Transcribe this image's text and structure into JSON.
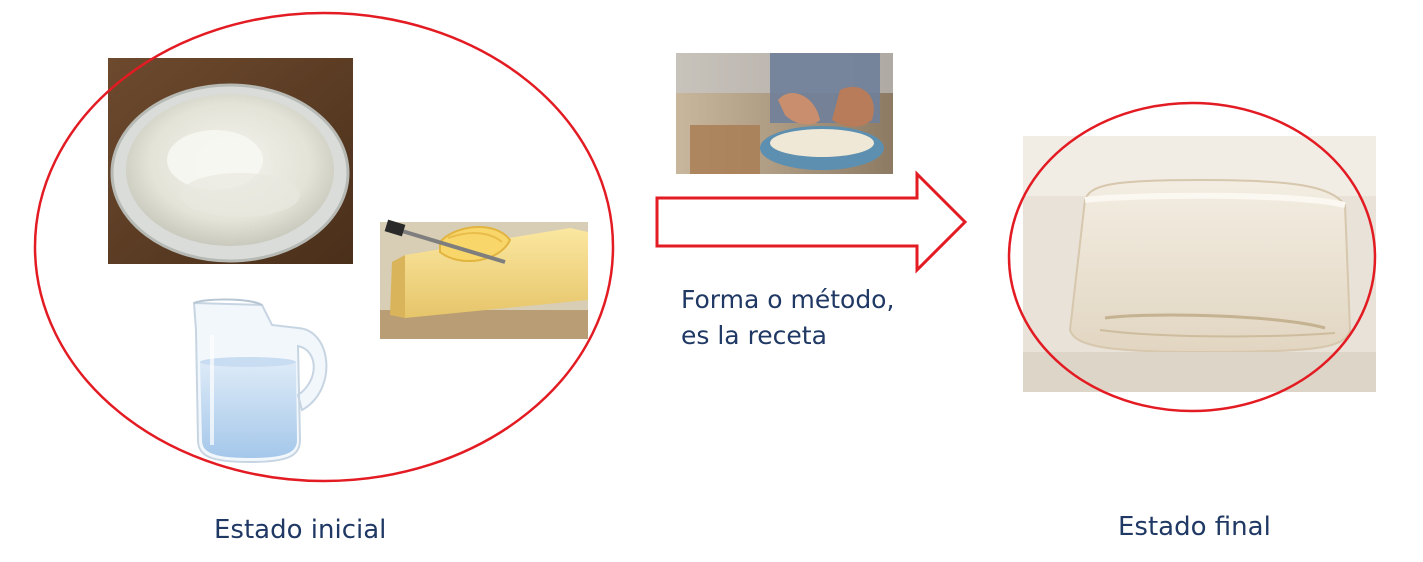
{
  "initial_state": {
    "caption": "Estado inicial",
    "ingredients": [
      "flour-bowl",
      "butter-block",
      "water-jug"
    ]
  },
  "process": {
    "line1": "Forma o método,",
    "line2": "es la receta",
    "image": "hands-mixing-dough"
  },
  "final_state": {
    "caption": "Estado final",
    "image": "puff-pastry-dough"
  },
  "colors": {
    "outline": "#e31b23",
    "text": "#1f3864"
  }
}
